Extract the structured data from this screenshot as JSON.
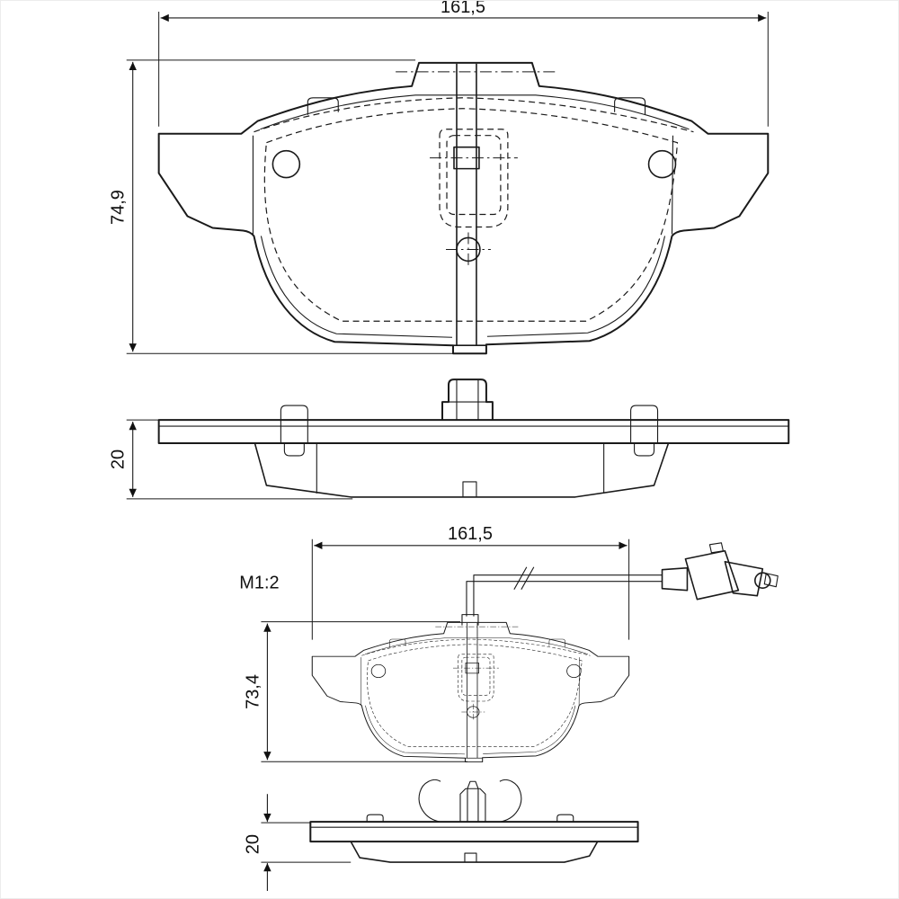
{
  "colors": {
    "line": "#1a1a1a",
    "background": "#ffffff"
  },
  "drawing": {
    "scale_label": "M1:2",
    "top_view": {
      "width_mm": "161,5",
      "height_mm": "74,9",
      "thickness_mm": "20"
    },
    "bottom_view": {
      "width_mm": "161,5",
      "height_mm": "73,4",
      "thickness_mm": "20"
    }
  }
}
